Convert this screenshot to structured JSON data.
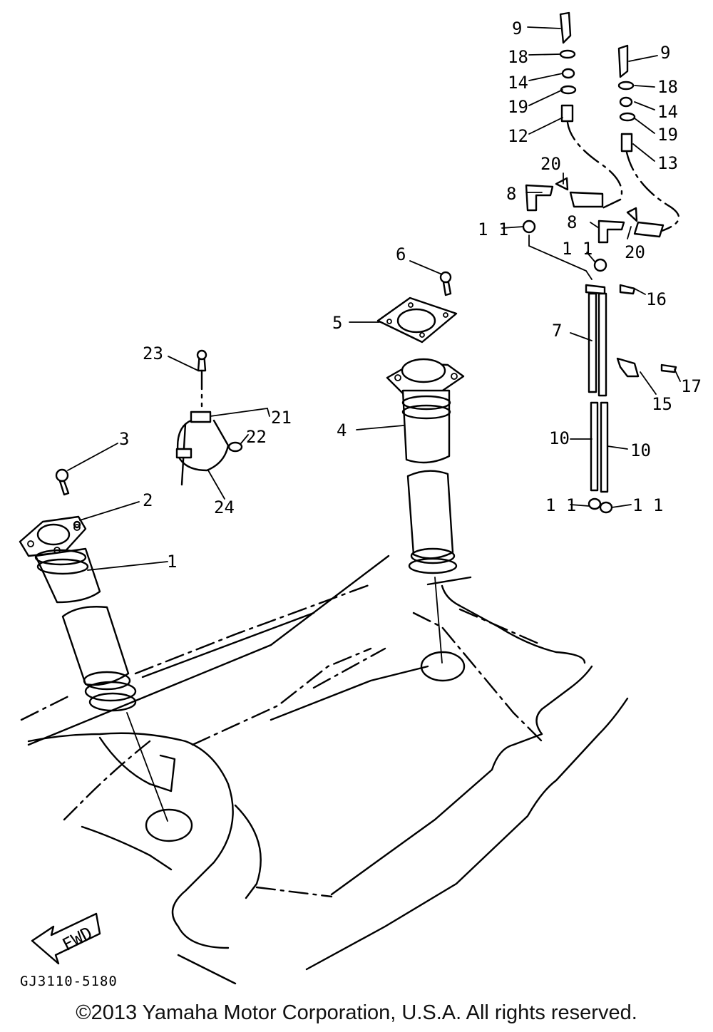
{
  "diagram": {
    "callouts": {
      "c1": "1",
      "c2": "2",
      "c3": "3",
      "c4": "4",
      "c5": "5",
      "c6": "6",
      "c7": "7",
      "c8a": "8",
      "c8b": "8",
      "c9a": "9",
      "c9b": "9",
      "c10a": "10",
      "c10b": "10",
      "c11a": "1 1",
      "c11b": "1 1",
      "c11c": "1 1",
      "c11d": "1 1",
      "c12": "12",
      "c13": "13",
      "c14a": "14",
      "c14b": "14",
      "c15": "15",
      "c16": "16",
      "c17": "17",
      "c18a": "18",
      "c18b": "18",
      "c19a": "19",
      "c19b": "19",
      "c20a": "20",
      "c20b": "20",
      "c21": "21",
      "c22": "22",
      "c23": "23",
      "c24": "24"
    },
    "fwd_label": "FWD",
    "drawing_code": "GJ3110-5180"
  },
  "footer": {
    "copyright": "©2013 Yamaha Motor Corporation, U.S.A. All rights reserved."
  }
}
